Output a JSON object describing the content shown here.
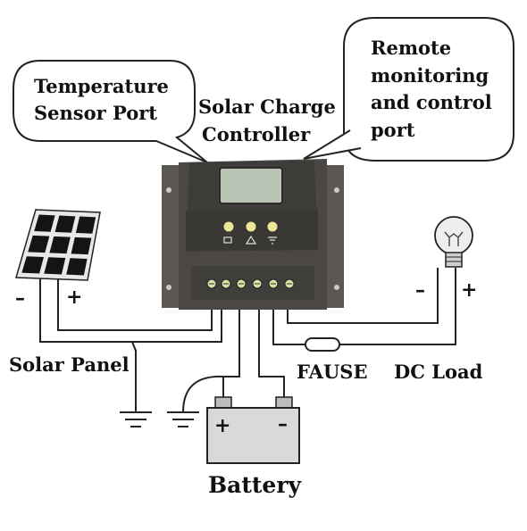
{
  "callouts": {
    "temperature": [
      "Temperature",
      "Sensor Port"
    ],
    "remote": [
      "Remote",
      "monitoring",
      "and control",
      "port"
    ]
  },
  "controller": {
    "title": [
      "Solar Charge",
      "Controller"
    ]
  },
  "labels": {
    "solar_panel": "Solar Panel",
    "fuse": "FAUSE",
    "dc_load": "DC Load",
    "battery": "Battery"
  },
  "polarity": {
    "minus": "–",
    "plus": "+"
  },
  "colors": {
    "controller_body": "#4a4744",
    "controller_dark": "#3a3835",
    "lcd": "#b9c4b4",
    "button": "#efe69a",
    "solar_cell": "#141414",
    "battery_fill": "#d9d9d9"
  },
  "icons": [
    "solar-panel-icon",
    "controller-icon",
    "light-bulb-icon",
    "battery-icon",
    "fuse-icon",
    "ground-icon"
  ]
}
